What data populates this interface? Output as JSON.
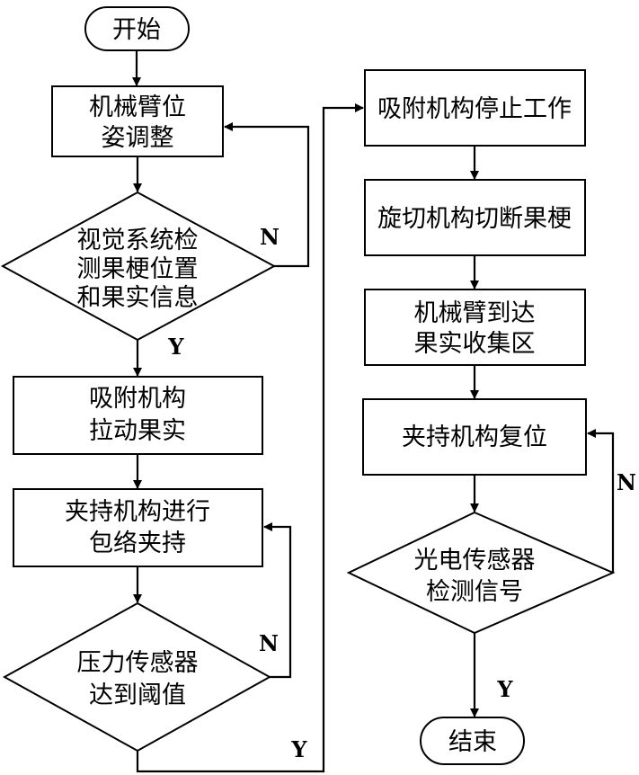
{
  "flowchart": {
    "start": "开始",
    "arm_adjust": [
      "机械臂位",
      "姿调整"
    ],
    "vision_check": [
      "视觉系统检",
      "测果梗位置",
      "和果实信息"
    ],
    "suction_pull": [
      "吸附机构",
      "拉动果实"
    ],
    "clamp_wrap": [
      "夹持机构进行",
      "包络夹持"
    ],
    "pressure_check": [
      "压力传感器",
      "达到阈值"
    ],
    "suction_stop": "吸附机构停止工作",
    "cut_stem": "旋切机构切断果梗",
    "arm_to_collect": [
      "机械臂到达",
      "果实收集区"
    ],
    "clamp_reset": "夹持机构复位",
    "photo_check": [
      "光电传感器",
      "检测信号"
    ],
    "end": "结束",
    "branch_yes": "Y",
    "branch_no": "N"
  }
}
